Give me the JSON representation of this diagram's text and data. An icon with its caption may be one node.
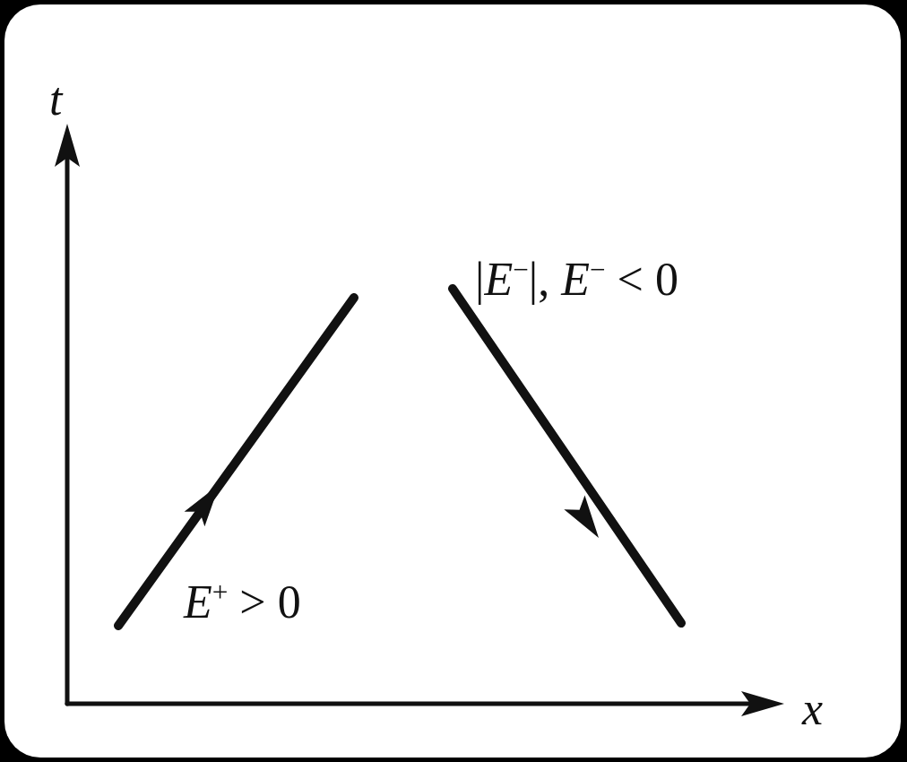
{
  "diagram": {
    "labels": [
      "t",
      "|*E*$^{−}$|, *E*$^{−}$ < 0",
      "*E*$^{+}$ > 0",
      "x"
    ]
  }
}
